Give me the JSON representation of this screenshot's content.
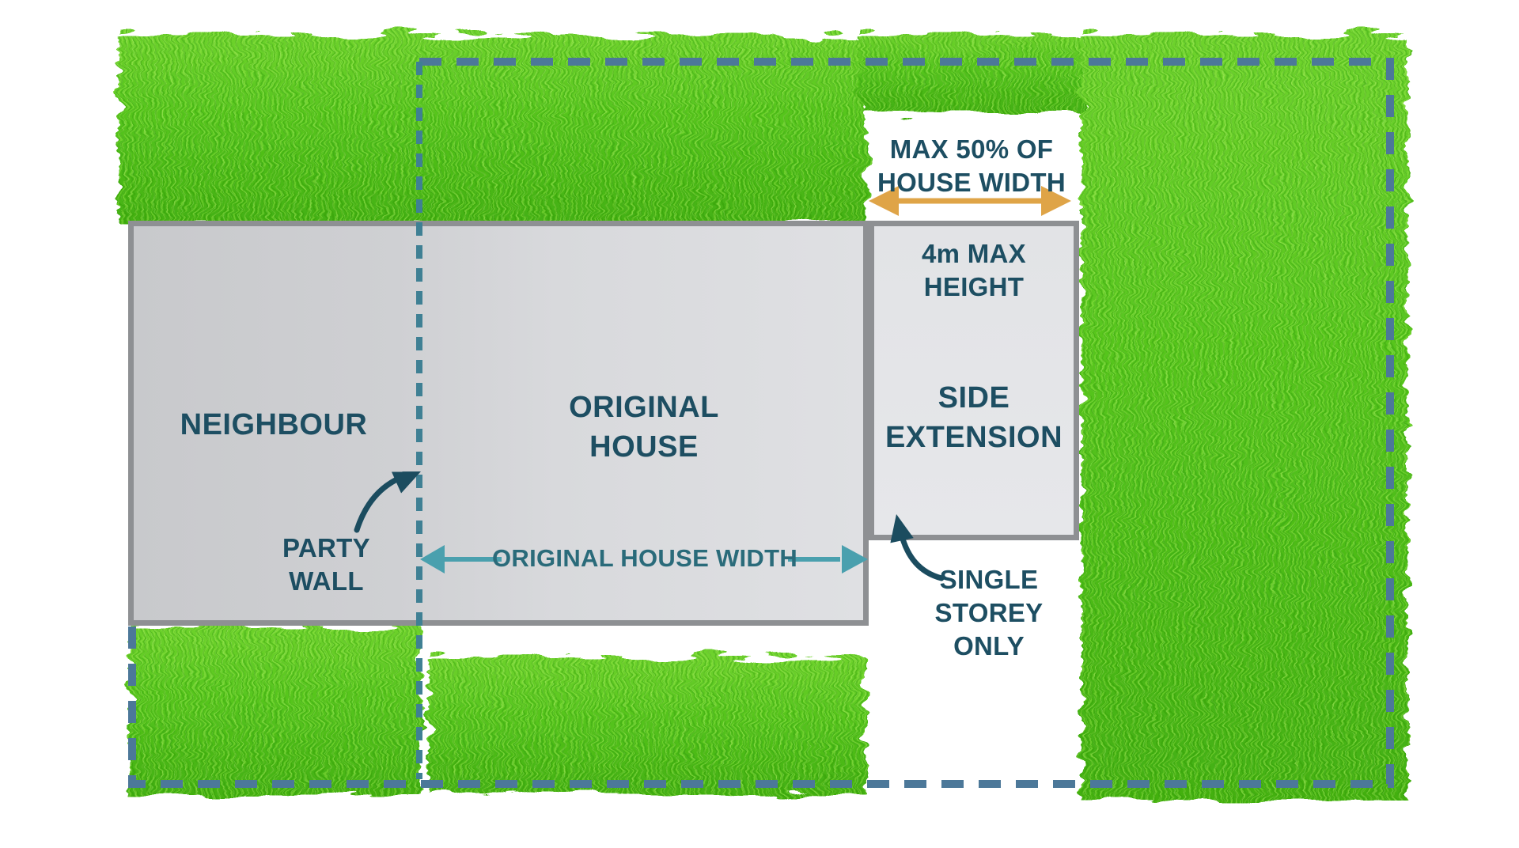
{
  "diagram": {
    "title": "Side extension permitted development diagram",
    "labels": {
      "max_width_line1": "MAX 50% OF",
      "max_width_line2": "HOUSE WIDTH",
      "max_height_line1": "4m MAX",
      "max_height_line2": "HEIGHT",
      "neighbour": "NEIGHBOUR",
      "original_house_line1": "ORIGINAL",
      "original_house_line2": "HOUSE",
      "side_extension_line1": "SIDE",
      "side_extension_line2": "EXTENSION",
      "party_wall_line1": "PARTY",
      "party_wall_line2": "WALL",
      "house_width": "ORIGINAL HOUSE WIDTH",
      "single_storey_line1": "SINGLE",
      "single_storey_line2": "STOREY",
      "single_storey_line3": "ONLY"
    },
    "colors": {
      "grass_base": "#55c41d",
      "grass_dark": "#43b011",
      "grass_light": "#6ed22d",
      "block_border": "#8e9093",
      "boundary_dash": "#4c7899",
      "party_wall_dash": "#3f8094",
      "heading_text": "#1d4e62",
      "width_text": "#2a6b7a",
      "width_arrow": "#4aa0ae",
      "orange_arrow": "#dfa447",
      "curved_arrow": "#1b4c5f"
    }
  }
}
